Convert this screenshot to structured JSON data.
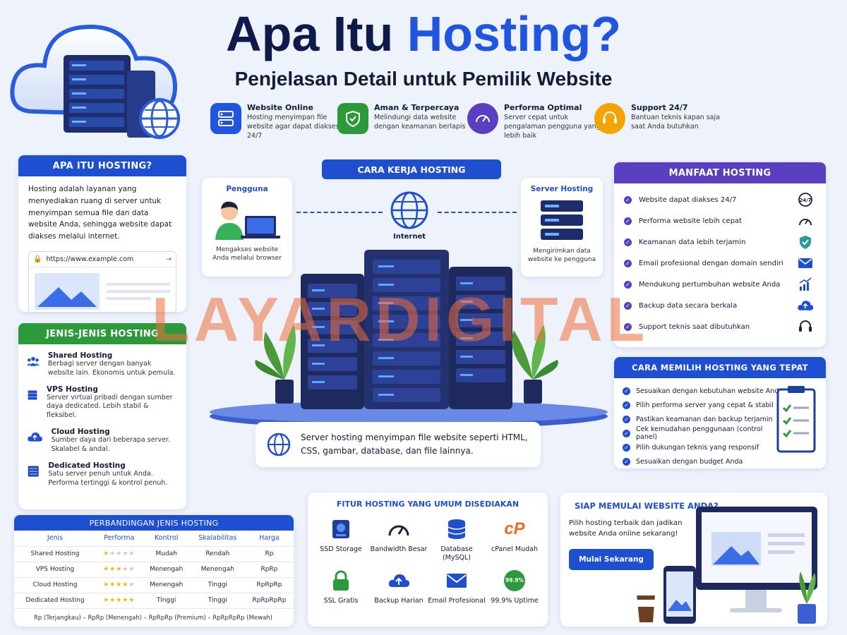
{
  "title": {
    "part1": "Apa Itu ",
    "part2": "Hosting?"
  },
  "subtitle": "Penjelasan Detail untuk Pemilik Website",
  "features": [
    {
      "title": "Website Online",
      "desc": "Hosting menyimpan file website agar dapat diakses 24/7",
      "icon": "server-icon",
      "color": "#1f55e0"
    },
    {
      "title": "Aman & Terpercaya",
      "desc": "Melindungi data website dengan keamanan berlapis",
      "icon": "shield-icon",
      "color": "#2c9a3a"
    },
    {
      "title": "Performa Optimal",
      "desc": "Server cepat untuk pengalaman pengguna yang lebih baik",
      "icon": "speedometer-icon",
      "color": "#5a3fc0"
    },
    {
      "title": "Support 24/7",
      "desc": "Bantuan teknis kapan saja saat Anda butuhkan",
      "icon": "headset-icon",
      "color": "#f5a300"
    }
  ],
  "apa_itu": {
    "header": "APA ITU HOSTING?",
    "text": "Hosting adalah layanan yang menyediakan ruang di server untuk menyimpan semua file dan data website Anda, sehingga website dapat diakses melalui internet.",
    "url": "https://www.example.com"
  },
  "jenis": {
    "header": "JENIS-JENIS HOSTING",
    "items": [
      {
        "title": "Shared Hosting",
        "desc": "Berbagi server dengan banyak website lain. Ekonomis untuk pemula."
      },
      {
        "title": "VPS Hosting",
        "desc": "Server virtual pribadi dengan sumber daya dedicated. Lebih stabil & fleksibel."
      },
      {
        "title": "Cloud Hosting",
        "desc": "Sumber daya dari beberapa server. Skalabel & andal."
      },
      {
        "title": "Dedicated Hosting",
        "desc": "Satu server penuh untuk Anda. Performa tertinggi & kontrol penuh."
      }
    ]
  },
  "perbandingan": {
    "header": "PERBANDINGAN JENIS HOSTING",
    "columns": [
      "Jenis",
      "Performa",
      "Kontrol",
      "Skalabilitas",
      "Harga"
    ],
    "rows": [
      {
        "jenis": "Shared Hosting",
        "stars": 1,
        "kontrol": "Mudah",
        "skalabilitas": "Rendah",
        "harga": "Rp"
      },
      {
        "jenis": "VPS Hosting",
        "stars": 3,
        "kontrol": "Menengah",
        "skalabilitas": "Menengah",
        "harga": "RpRp"
      },
      {
        "jenis": "Cloud Hosting",
        "stars": 4,
        "kontrol": "Menengah",
        "skalabilitas": "Tinggi",
        "harga": "RpRpRp"
      },
      {
        "jenis": "Dedicated Hosting",
        "stars": 5,
        "kontrol": "Tinggi",
        "skalabilitas": "Tinggi",
        "harga": "RpRpRpRp"
      }
    ],
    "footnote": "Rp (Terjangkau) – RpRp (Menengah) – RpRpRp (Premium) – RpRpRpRp (Mewah)"
  },
  "cara_kerja": {
    "header": "CARA KERJA HOSTING",
    "pengguna_title": "Pengguna",
    "pengguna_desc": "Mengakses website Anda melalui browser",
    "internet_label": "Internet",
    "server_title": "Server Hosting",
    "server_desc": "Mengirimkan data website ke pengguna",
    "caption": "Server hosting menyimpan file website seperti HTML, CSS, gambar, database, dan file lainnya."
  },
  "manfaat": {
    "header": "MANFAAT HOSTING",
    "items": [
      {
        "text": "Website dapat diakses 24/7",
        "icon": "clock-24-icon"
      },
      {
        "text": "Performa website lebih cepat",
        "icon": "speedometer-icon"
      },
      {
        "text": "Keamanan data lebih terjamin",
        "icon": "shield-check-icon"
      },
      {
        "text": "Email profesional dengan domain sendiri",
        "icon": "mail-icon"
      },
      {
        "text": "Mendukung pertumbuhan website Anda",
        "icon": "growth-chart-icon"
      },
      {
        "text": "Backup data secara berkala",
        "icon": "cloud-upload-icon"
      },
      {
        "text": "Support teknis saat dibutuhkan",
        "icon": "headset-icon"
      }
    ]
  },
  "memilih": {
    "header": "CARA MEMILIH HOSTING YANG TEPAT",
    "items": [
      "Sesuaikan dengan kebutuhan website Anda",
      "Pilih performa server yang cepat & stabil",
      "Pastikan keamanan dan backup terjamin",
      "Cek kemudahan penggunaan (control panel)",
      "Pilih dukungan teknis yang responsif",
      "Sesuaikan dengan budget Anda"
    ]
  },
  "fitur": {
    "header": "FITUR HOSTING YANG UMUM DISEDIAKAN",
    "items": [
      {
        "label": "SSD Storage",
        "icon": "ssd-icon"
      },
      {
        "label": "Bandwidth Besar",
        "icon": "speedometer-icon"
      },
      {
        "label": "Database (MySQL)",
        "icon": "database-icon"
      },
      {
        "label": "cPanel Mudah",
        "icon": "cpanel-icon"
      },
      {
        "label": "SSL Gratis",
        "icon": "lock-icon"
      },
      {
        "label": "Backup Harian",
        "icon": "cloud-upload-icon"
      },
      {
        "label": "Email Profesional",
        "icon": "mail-icon"
      },
      {
        "label": "99.9% Uptime",
        "icon": "uptime-badge-icon",
        "badge": "99.9%"
      }
    ]
  },
  "cta": {
    "header": "SIAP MEMULAI WEBSITE ANDA?",
    "text": "Pilih hosting terbaik dan jadikan website Anda online sekarang!",
    "button": "Mulai Sekarang"
  },
  "watermark": "LAYARDIGITAL",
  "colors": {
    "blue": "#1f4fd1",
    "green": "#2c9a3a",
    "purple": "#5a3fc0",
    "orange": "#f5a300",
    "navy": "#0d1a4a"
  }
}
